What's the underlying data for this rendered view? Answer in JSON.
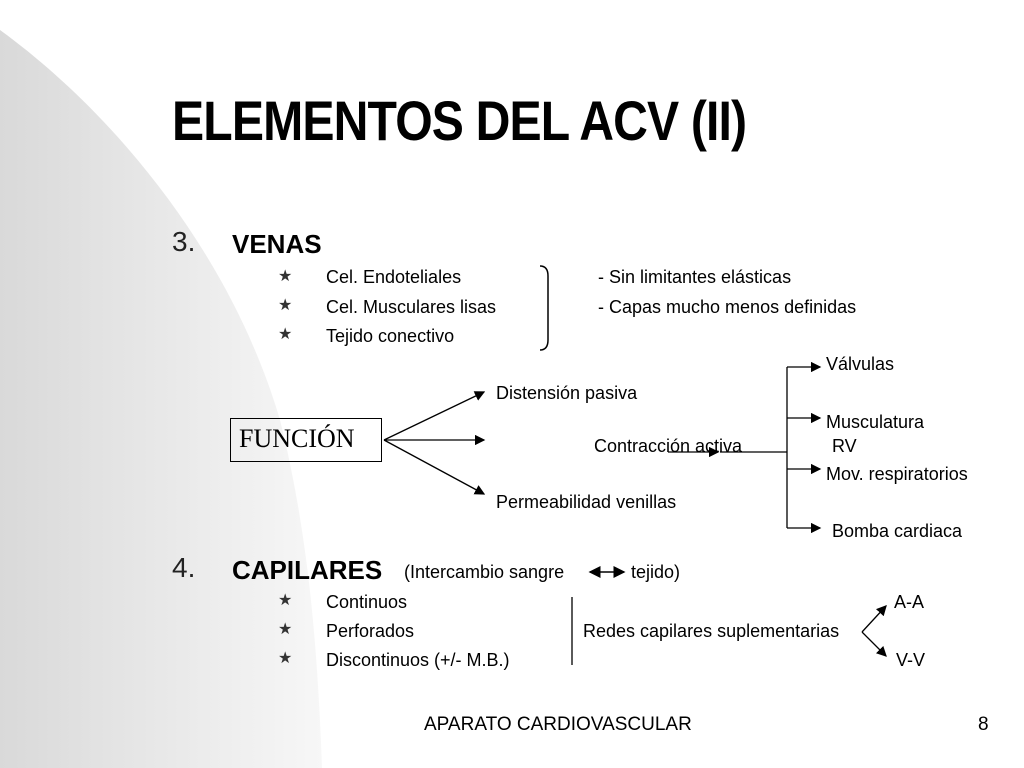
{
  "slide": {
    "title": "ELEMENTOS DEL ACV  (II)",
    "footer": "APARATO CARDIOVASCULAR",
    "page_number": "8"
  },
  "venas": {
    "number": "3.",
    "title": "VENAS",
    "bullets": [
      "Cel. Endoteliales",
      "Cel. Musculares lisas",
      "Tejido conectivo"
    ],
    "notes": [
      "- Sin limitantes elásticas",
      "- Capas mucho menos definidas"
    ]
  },
  "funcion": {
    "label": "FUNCIÓN",
    "branches": [
      "Distensión pasiva",
      "Contracción activa",
      "Permeabilidad venillas"
    ],
    "contraccion_items": [
      "Válvulas",
      "Musculatura",
      "RV",
      "Mov. respiratorios",
      "Bomba cardiaca"
    ]
  },
  "capilares": {
    "number": "4.",
    "title": "CAPILARES",
    "subtitle_left": "(Intercambio sangre",
    "subtitle_right": "tejido)",
    "bullets": [
      "Continuos",
      "Perforados",
      "Discontinuos (+/- M.B.)"
    ],
    "redes": "Redes capilares suplementarias",
    "redes_items": [
      "A-A",
      "V-V"
    ]
  },
  "icons": {
    "bullet": "star-icon"
  }
}
